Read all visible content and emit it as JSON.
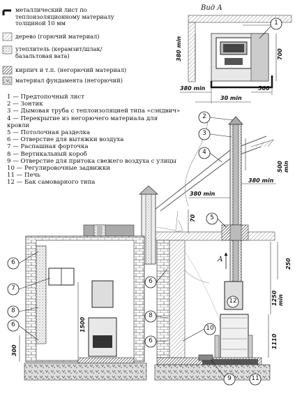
{
  "legend": [
    {
      "key": "metal",
      "text": "металлический лист по\nтеплоизоляционному материалу\nтолщиной 10 мм"
    },
    {
      "key": "wood",
      "text": "дерево (горючий материал)"
    },
    {
      "key": "insul",
      "text": "утеплитель (керамзит/шлак/\nбазальтовая вата)"
    },
    {
      "key": "brick",
      "text": "кирпич и т.п. (негорючий материал)"
    },
    {
      "key": "found",
      "text": "материал фундамента (негорючий)"
    }
  ],
  "parts": [
    "1 — Предтопочный лист",
    "2 — Зонтик",
    "3 — Дымовая труба с теплоизоляцией типа «сэндвич»",
    "4 — Перекрытие из негорючего материала для кровли",
    "5 — Потолочная разделка",
    "6 — Отверстие для вытяжки воздуха",
    "7 — Распашная форточка",
    "8 — Вертикальный короб",
    "9 — Отверстие для притока свежего воздуха с улицы",
    "10 — Регулировочные задвижки",
    "11 — Печь",
    "12 — Бак самоварного типа"
  ],
  "view_a": {
    "title": "Вид А",
    "dims": {
      "d380_vert": "380 min",
      "d700": "700",
      "d380_horiz": "380 min",
      "d30": "30 min",
      "d500": "500"
    },
    "callout": "1"
  },
  "section": {
    "dims": {
      "d500": "500 min",
      "d380_left": "380 min",
      "d380_right": "380 min",
      "d70": "70",
      "d250": "250",
      "d1250": "1250 min",
      "d1110": "1110"
    },
    "arrow_label": "А",
    "callouts": [
      "2",
      "3",
      "4",
      "5",
      "6",
      "8",
      "6",
      "10",
      "12",
      "9",
      "11"
    ]
  },
  "front": {
    "dims": {
      "d1500": "1500",
      "d300": "300"
    },
    "callouts": [
      "6",
      "7",
      "8",
      "6"
    ]
  }
}
